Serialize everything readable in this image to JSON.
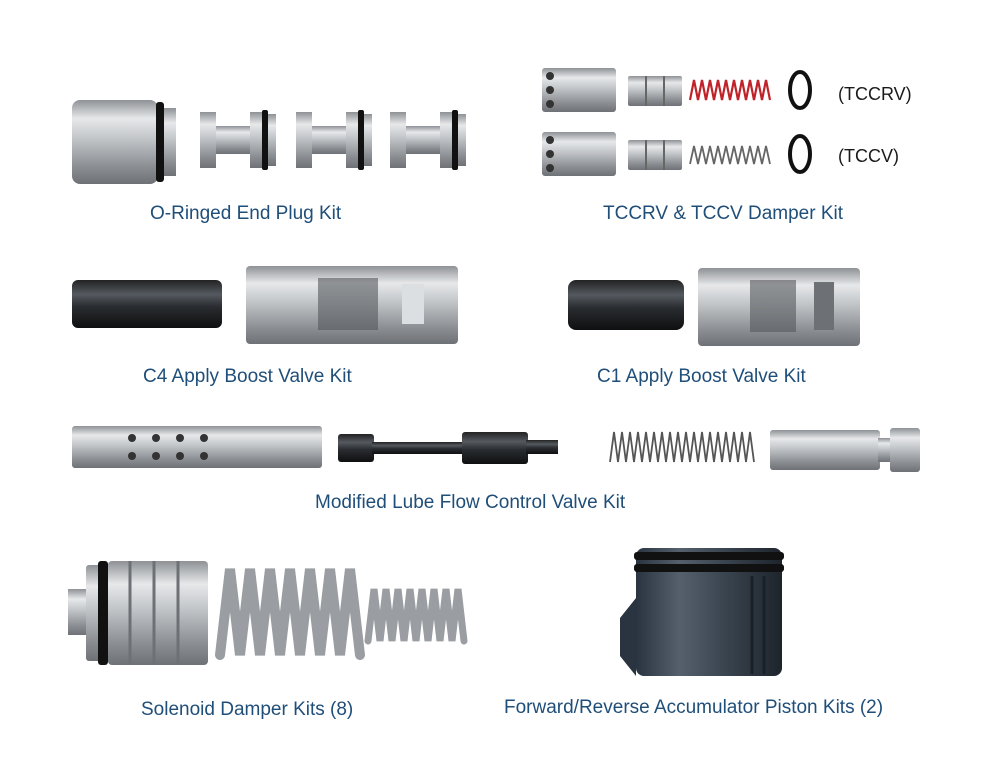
{
  "captions": {
    "end_plug": "O-Ringed End Plug Kit",
    "damper": "TCCRV & TCCV Damper Kit",
    "c4": "C4 Apply Boost Valve Kit",
    "c1": "C1 Apply Boost Valve Kit",
    "lube": "Modified Lube Flow Control Valve Kit",
    "solenoid": "Solenoid Damper Kits (8)",
    "accumulator": "Forward/Reverse Accumulator Piston Kits (2)"
  },
  "notes": {
    "tccrv": "(TCCRV)",
    "tccv": "(TCCV)"
  },
  "colors": {
    "caption": "#1f4e79",
    "spring_red": "#c0242a",
    "metal": "#b9bcc0",
    "oring": "#111111",
    "dark_part": "#3b4550"
  }
}
